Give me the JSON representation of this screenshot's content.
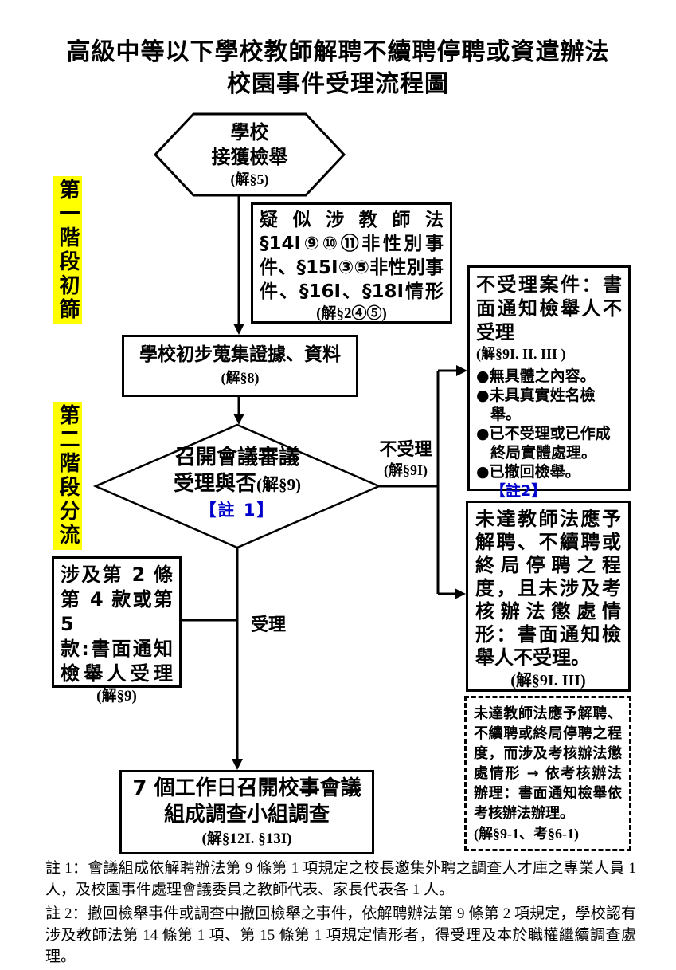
{
  "title": {
    "line1": "高級中等以下學校教師解聘不續聘停聘或資遣辦法",
    "line2": "校園事件受理流程圖"
  },
  "stages": {
    "stage1": "第一階段初篩",
    "stage2": "第二階段分流"
  },
  "hexagon": {
    "line1": "學校",
    "line2": "接獲檢舉",
    "ref": "(解§5)"
  },
  "suspect_box": {
    "lines": [
      "疑似涉教師法",
      "§14I⑨⑩⑪非性別事",
      "件、§15I③⑤非性別事",
      "件、§16I、§18I情形"
    ],
    "ref": "(解§2④⑤)"
  },
  "collect_box": {
    "title": "學校初步蒐集證據、資料",
    "ref": "(解§8)"
  },
  "diamond": {
    "line1": "召開會議審議",
    "line2": "受理與否",
    "ref": "(解§9)",
    "note": "【註 1】"
  },
  "edge_labels": {
    "reject": "不受理",
    "reject_ref": "(解§9I)",
    "accept": "受理"
  },
  "reject_box": {
    "title": "不受理案件：書面通知檢舉人不受理",
    "ref": "(解§9I. II. III )",
    "bullet_char": "●",
    "bullets": [
      "無具體之內容。",
      "未具真實姓名檢舉。",
      "已不受理或已作成終局實體處理。",
      "已撤回檢舉。"
    ],
    "note": "【註2】"
  },
  "notreach_box": {
    "body": "未達教師法應予解聘、不續聘或終局停聘之程度，且未涉及考核辦法懲處情形：書面通知檢舉人不受理。",
    "ref": "(解§9I. III)"
  },
  "dashed_box": {
    "body": "未達教師法應予解聘、不續聘或終局停聘之程度，而涉及考核辦法懲處情形 → 依考核辦法辦理：書面通知檢舉依考核辦法辦理。",
    "ref": "(解§9-1、考§6-1)"
  },
  "accept_box": {
    "lines": [
      "涉及第 2 條",
      "第 4 款或第 5",
      "款:書面通知",
      "檢舉人受理"
    ],
    "ref": "(解§9)"
  },
  "meeting_box": {
    "line1": "7 個工作日召開校事會議",
    "line2": "組成調查小組調查",
    "ref": "(解§12I. §13I)"
  },
  "notes": {
    "note1": "註 1：會議組成依解聘辦法第 9 條第 1 項規定之校長邀集外聘之調查人才庫之專業人員 1 人，及校園事件處理會議委員之教師代表、家長代表各 1 人。",
    "note2": "註 2：撤回檢舉事件或調查中撤回檢舉之事件，依解聘辦法第 9 條第 2 項規定，學校認有涉及教師法第 14 條第 1 項、第 15 條第 1 項規定情形者，得受理及本於職權繼續調查處理。"
  },
  "colors": {
    "highlight": "#ffff00",
    "note_blue": "#0000cc",
    "line": "#000000"
  }
}
